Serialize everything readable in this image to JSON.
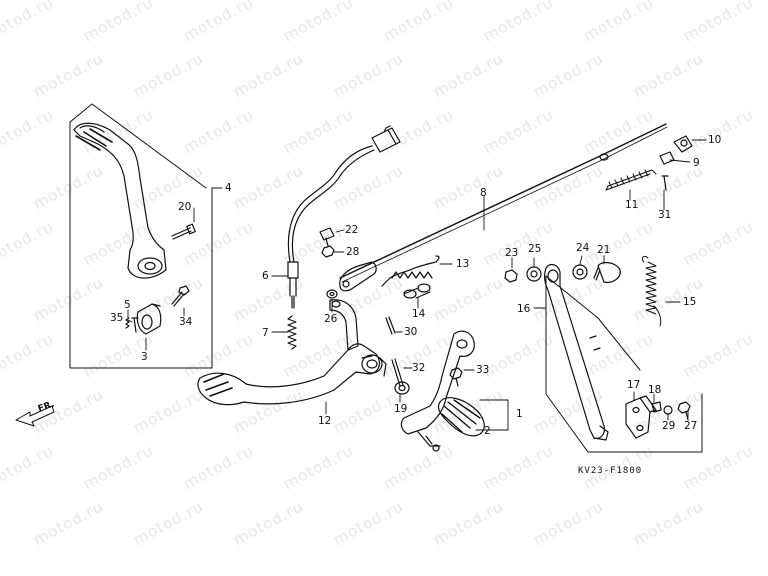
{
  "watermark": {
    "text": "motod.ru"
  },
  "diagram_code": "KV23-F1800",
  "front_label": "FR.",
  "parts": [
    {
      "id": "p1",
      "label": "1"
    },
    {
      "id": "p2",
      "label": "2"
    },
    {
      "id": "p3",
      "label": "3"
    },
    {
      "id": "p4",
      "label": "4"
    },
    {
      "id": "p5",
      "label": "5"
    },
    {
      "id": "p6",
      "label": "6"
    },
    {
      "id": "p7",
      "label": "7"
    },
    {
      "id": "p8",
      "label": "8"
    },
    {
      "id": "p9",
      "label": "9"
    },
    {
      "id": "p10",
      "label": "10"
    },
    {
      "id": "p11",
      "label": "11"
    },
    {
      "id": "p12",
      "label": "12"
    },
    {
      "id": "p13",
      "label": "13"
    },
    {
      "id": "p14",
      "label": "14"
    },
    {
      "id": "p15",
      "label": "15"
    },
    {
      "id": "p16",
      "label": "16"
    },
    {
      "id": "p17",
      "label": "17"
    },
    {
      "id": "p18",
      "label": "18"
    },
    {
      "id": "p19",
      "label": "19"
    },
    {
      "id": "p20",
      "label": "20"
    },
    {
      "id": "p21",
      "label": "21"
    },
    {
      "id": "p22",
      "label": "22"
    },
    {
      "id": "p23",
      "label": "23"
    },
    {
      "id": "p24",
      "label": "24"
    },
    {
      "id": "p25",
      "label": "25"
    },
    {
      "id": "p26",
      "label": "26"
    },
    {
      "id": "p27",
      "label": "27"
    },
    {
      "id": "p28",
      "label": "28"
    },
    {
      "id": "p29",
      "label": "29"
    },
    {
      "id": "p30",
      "label": "30"
    },
    {
      "id": "p31",
      "label": "31"
    },
    {
      "id": "p32",
      "label": "32"
    },
    {
      "id": "p33",
      "label": "33"
    },
    {
      "id": "p34",
      "label": "34"
    },
    {
      "id": "p35",
      "label": "35"
    }
  ]
}
